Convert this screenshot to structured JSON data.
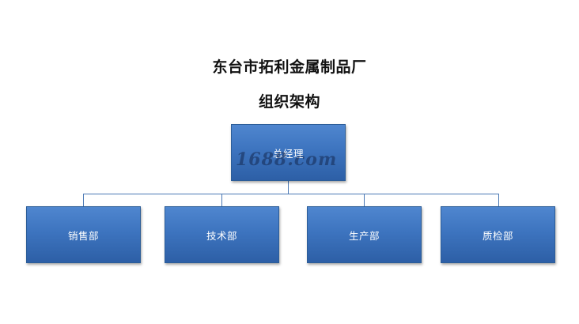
{
  "title": {
    "company": "东台市拓利金属制品厂",
    "subtitle": "组织架构"
  },
  "org_chart": {
    "root": {
      "label": "总经理"
    },
    "children": [
      {
        "label": "销售部"
      },
      {
        "label": "技术部"
      },
      {
        "label": "生产部"
      },
      {
        "label": "质检部"
      }
    ]
  },
  "watermark": "1688.com",
  "colors": {
    "node_fill": "#3d74bf",
    "node_border": "#2c5d98",
    "connector": "#4a78b4",
    "node_text": "#ffffff",
    "title_text": "#111111"
  }
}
